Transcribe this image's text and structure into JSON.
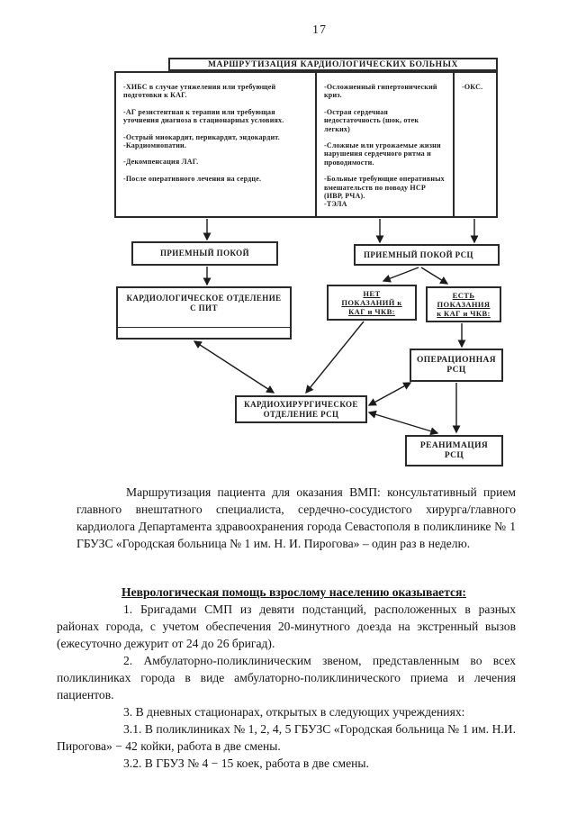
{
  "page": {
    "number": "17"
  },
  "figure": {
    "title": "МАРШРУТИЗАЦИЯ КАРДИОЛОГИЧЕСКИХ БОЛЬНЫХ",
    "table": {
      "col1": {
        "items": [
          "-ХИБС в случае утяжеления или требующей подготовки к КАГ.",
          "-АГ резистентная к терапии или требующая уточнения диагноза в стационарных условиях.",
          "-Острый миокардит, перикардит, эндокардит.",
          "-Кардиомиопатии.",
          "-Декомпенсация ЛАГ.",
          "-После оперативного лечения на сердце."
        ]
      },
      "col2": {
        "items": [
          "-Осложненный гипертонический криз.",
          "-Острая сердечная недостаточность (шок, отек легких)",
          "-Сложные или угрожаемые жизни нарушения сердечного ритма и проводимости.",
          "-Больные требующие оперативных вмешательств по поводу НСР (ИВР, РЧА).",
          "-ТЭЛА"
        ]
      },
      "col3": {
        "items": [
          "-ОКС."
        ]
      }
    },
    "boxes": {
      "priemny": {
        "label": "ПРИЕМНЫЙ ПОКОЙ"
      },
      "priemny_rsc": {
        "label": "ПРИЕМНЫЙ ПОКОЙ РСЦ"
      },
      "kard_otd": {
        "lines": [
          "КАРДИОЛОГИЧЕСКОЕ ОТДЕЛЕНИЕ",
          "С ПИТ"
        ]
      },
      "net": {
        "lines": [
          "НЕТ",
          "ПОКАЗАНИЙ к",
          "КАГ и ЧКВ:"
        ]
      },
      "est": {
        "lines": [
          "ЕСТЬ",
          "ПОКАЗАНИЯ",
          "к КАГ и ЧКВ:"
        ]
      },
      "oper": {
        "lines": [
          "ОПЕРАЦИОННАЯ",
          "РСЦ"
        ]
      },
      "kardhir": {
        "lines": [
          "КАРДИОХИРУРГИЧЕСКОЕ",
          "ОТДЕЛЕНИЕ РСЦ"
        ]
      },
      "rean": {
        "lines": [
          "РЕАНИМАЦИЯ",
          "РСЦ"
        ]
      }
    }
  },
  "body": {
    "paragraph1": "Маршрутизация пациента для оказания ВМП: консультативный прием главного внештатного специалиста, сердечно-сосудистого хирурга/главного кардиолога Департамента здравоохранения города Севастополя в поликлинике № 1 ГБУЗС «Городская больница № 1 им. Н. И. Пирогова» – один раз в неделю.",
    "section_heading": "Неврологическая помощь взрослому населению оказывается:",
    "items": [
      "1. Бригадами СМП из девяти подстанций, расположенных в разных районах города, с учетом обеспечения 20-минутного доезда на экстренный вызов (ежесуточно дежурит от 24 до 26 бригад).",
      "2. Амбулаторно-поликлиническим звеном, представленным во всех поликлиниках города в виде амбулаторно-поликлинического приема и лечения пациентов.",
      "3. В дневных стационарах, открытых в следующих учреждениях:",
      "3.1. В поликлиниках № 1, 2, 4, 5 ГБУЗС «Городская больница № 1 им. Н.И. Пирогова» − 42 койки, работа в две смены.",
      "3.2.  В ГБУЗ № 4 − 15 коек, работа в две смены."
    ],
    "ink_color": "#1b1b1b"
  }
}
